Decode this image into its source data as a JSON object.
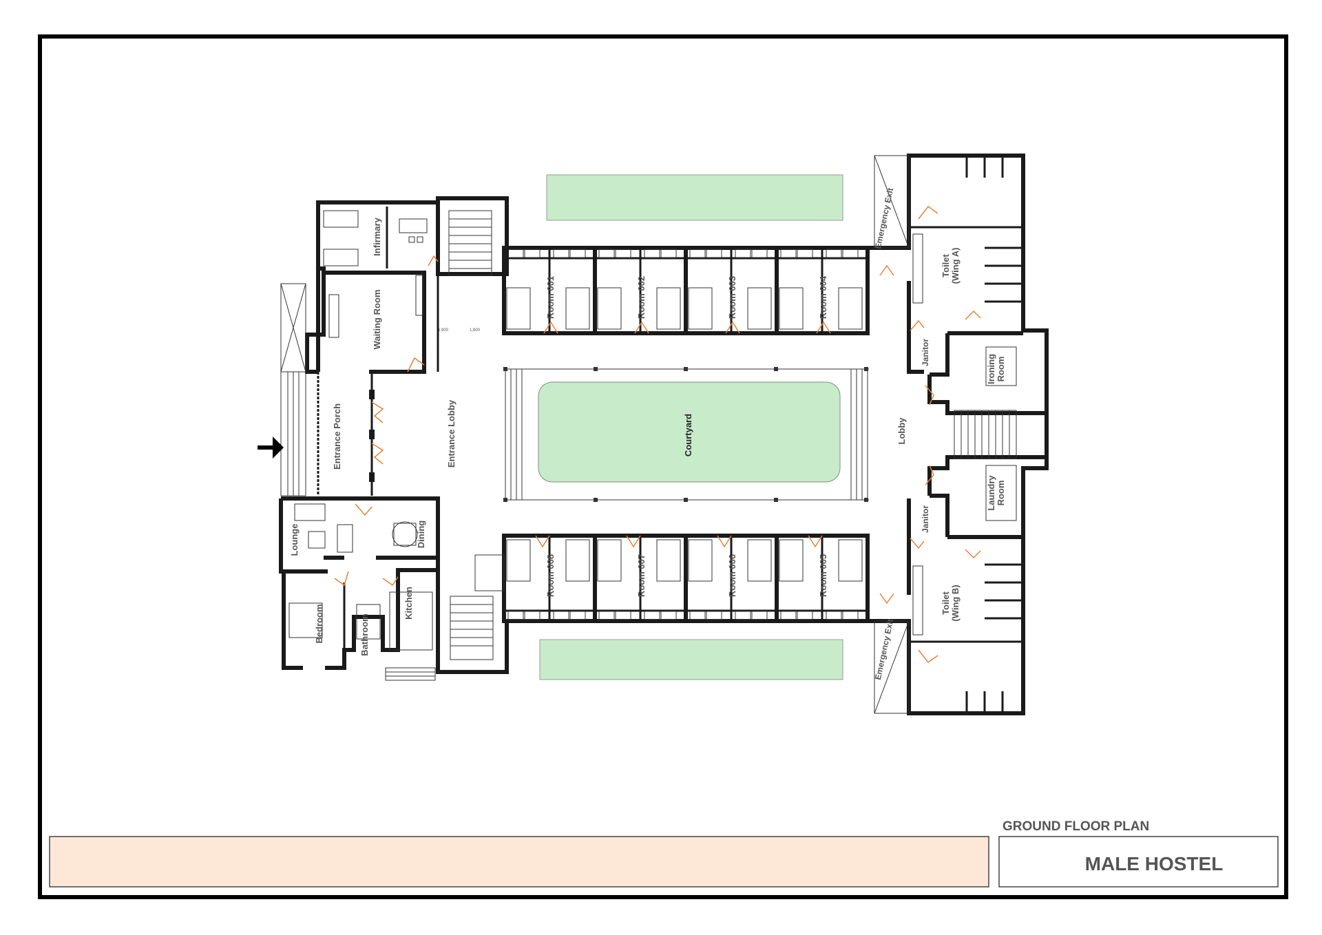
{
  "title_block": {
    "sheet_title": "GROUND FLOOR PLAN",
    "project_name": "MALE HOSTEL"
  },
  "colors": {
    "green_space": "#c8ebc9",
    "title_band": "#fde8d7",
    "door": "#e8803a",
    "wall": "#1a1a1a"
  },
  "labels": {
    "infirmary": "Infirmary",
    "waiting_room": "Waiting Room",
    "entrance_porch": "Entrance Porch",
    "entrance_lobby": "Entrance Lobby",
    "lounge": "Lounge",
    "dining": "Dining",
    "bedroom": "Bedroom",
    "bathroom": "Bathroom",
    "kitchen": "Kitchen",
    "courtyard": "Courtyard",
    "lobby": "Lobby",
    "room_001": "Room 001",
    "room_002": "Room 002",
    "room_003": "Room 003",
    "room_004": "Room 004",
    "room_005": "Room 005",
    "room_006": "Room 006",
    "room_007": "Room 007",
    "room_008": "Room 008",
    "emergency_exit_top": "Emergency Exit",
    "emergency_exit_bottom": "Emergency Exit",
    "toilet_wing_a_1": "Toilet",
    "toilet_wing_a_2": "(Wing A)",
    "toilet_wing_b_1": "Toilet",
    "toilet_wing_b_2": "(Wing B)",
    "janitor_top": "Janitor",
    "janitor_bottom": "Janitor",
    "ironing_1": "Ironing",
    "ironing_2": "Room",
    "laundry_1": "Laundry",
    "laundry_2": "Room",
    "dim_a": "1,900",
    "dim_b": "1,900"
  }
}
